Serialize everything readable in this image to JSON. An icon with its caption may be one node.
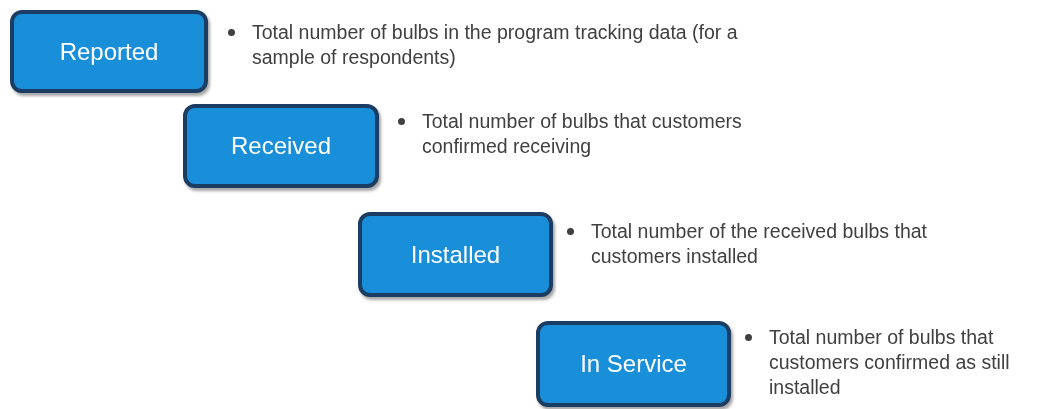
{
  "diagram": {
    "nodes": [
      {
        "text": [
          "Reported"
        ],
        "beside": [
          "Total number of bulbs in the program tracking data (for a sample of respondents)"
        ]
      },
      {
        "text": [
          "Received"
        ],
        "beside": [
          "Total number of bulbs that customers confirmed receiving"
        ]
      },
      {
        "text": [
          "Installed"
        ],
        "beside": [
          "Total number of the received bulbs that customers installed"
        ]
      },
      {
        "text": [
          "In Service"
        ],
        "beside": [
          "Total number of bulbs that customers confirmed as still installed"
        ]
      }
    ]
  }
}
